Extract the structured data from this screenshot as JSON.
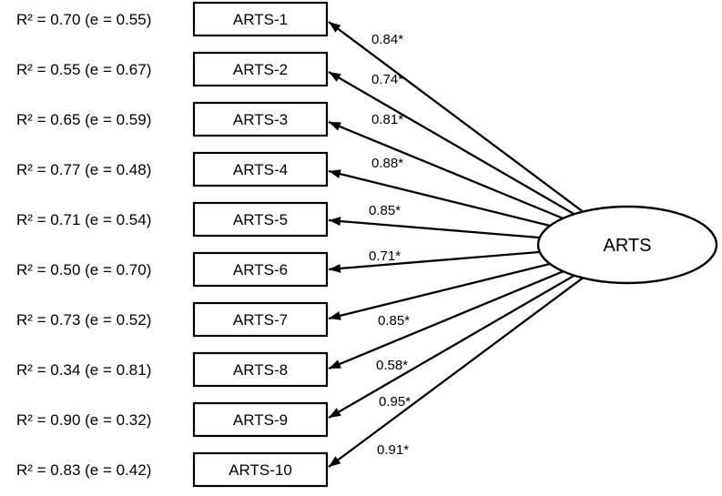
{
  "diagram": {
    "type": "sem-factor-model",
    "latent": {
      "label": "ARTS"
    },
    "indicators": [
      {
        "name": "ARTS-1",
        "r2": 0.7,
        "e": 0.55,
        "loading": 0.84,
        "r2_label": "R² = 0.70 (e = 0.55)",
        "loading_label": "0.84*"
      },
      {
        "name": "ARTS-2",
        "r2": 0.55,
        "e": 0.67,
        "loading": 0.74,
        "r2_label": "R² = 0.55 (e = 0.67)",
        "loading_label": "0.74*"
      },
      {
        "name": "ARTS-3",
        "r2": 0.65,
        "e": 0.59,
        "loading": 0.81,
        "r2_label": "R² = 0.65 (e = 0.59)",
        "loading_label": "0.81*"
      },
      {
        "name": "ARTS-4",
        "r2": 0.77,
        "e": 0.48,
        "loading": 0.88,
        "r2_label": "R² = 0.77 (e = 0.48)",
        "loading_label": "0.88*"
      },
      {
        "name": "ARTS-5",
        "r2": 0.71,
        "e": 0.54,
        "loading": 0.85,
        "r2_label": "R² = 0.71 (e = 0.54)",
        "loading_label": "0.85*"
      },
      {
        "name": "ARTS-6",
        "r2": 0.5,
        "e": 0.7,
        "loading": 0.71,
        "r2_label": "R² = 0.50 (e = 0.70)",
        "loading_label": "0.71*"
      },
      {
        "name": "ARTS-7",
        "r2": 0.73,
        "e": 0.52,
        "loading": 0.85,
        "r2_label": "R² = 0.73 (e = 0.52)",
        "loading_label": "0.85*"
      },
      {
        "name": "ARTS-8",
        "r2": 0.34,
        "e": 0.81,
        "loading": 0.58,
        "r2_label": "R² = 0.34 (e = 0.81)",
        "loading_label": "0.58*"
      },
      {
        "name": "ARTS-9",
        "r2": 0.9,
        "e": 0.32,
        "loading": 0.95,
        "r2_label": "R² = 0.90 (e = 0.32)",
        "loading_label": "0.95*"
      },
      {
        "name": "ARTS-10",
        "r2": 0.83,
        "e": 0.42,
        "loading": 0.91,
        "r2_label": "R² = 0.83 (e = 0.42)",
        "loading_label": "0.91*"
      }
    ]
  },
  "colors": {
    "stroke": "#000000",
    "background": "#ffffff",
    "text": "#000000"
  }
}
